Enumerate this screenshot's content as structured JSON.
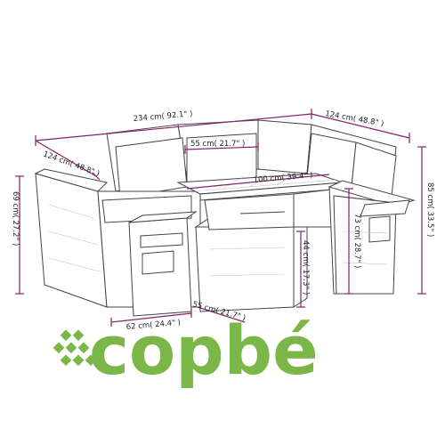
{
  "dimensions": {
    "total_width": "234 cm( 92.1\" )",
    "right_depth": "124 cm( 48.8\" )",
    "left_depth": "124 cm( 48.8\" )",
    "table_depth": "55 cm( 21.7\" )",
    "table_width": "100 cm( 39.4\" )",
    "sofa_height": "69 cm( 27.2\" )",
    "back_height": "85 cm( 33.5\" )",
    "table_height": "73 cm( 28.7\" )",
    "stool_height": "44 cm( 17.3\" )",
    "stool_width": "62 cm( 24.4\" )",
    "stool_depth": "55 cm( 21.7\" )"
  },
  "logo": {
    "text": "copbé",
    "color": "#7ab648"
  },
  "colors": {
    "dimension_line": "#8a1f6e",
    "outline": "#444444"
  }
}
